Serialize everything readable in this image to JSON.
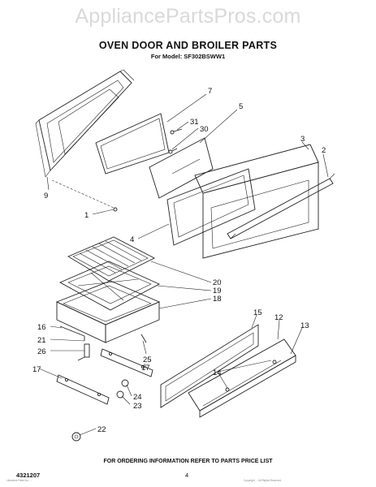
{
  "watermark": "AppliancePartsPros.com",
  "title": "OVEN DOOR AND BROILER PARTS",
  "model_line": "For Model: SF302BSWW1",
  "footer_note": "FOR ORDERING INFORMATION REFER TO PARTS PRICE LIST",
  "doc_number": "4321207",
  "page_number": "4",
  "fine_print_left": "Literature Parts No. ...",
  "fine_print_right": "Copyright ... All Rights Reserved",
  "callouts": {
    "c7": "7",
    "c5": "5",
    "c31": "31",
    "c30": "30",
    "c3": "3",
    "c2": "2",
    "c9": "9",
    "c1": "1",
    "c4": "4",
    "c20": "20",
    "c19": "19",
    "c18": "18",
    "c16": "16",
    "c21": "21",
    "c26": "26",
    "c15": "15",
    "c12": "12",
    "c13": "13",
    "c25": "25",
    "c17a": "17",
    "c17b": "17",
    "c14": "14",
    "c24": "24",
    "c23": "23",
    "c22": "22"
  }
}
